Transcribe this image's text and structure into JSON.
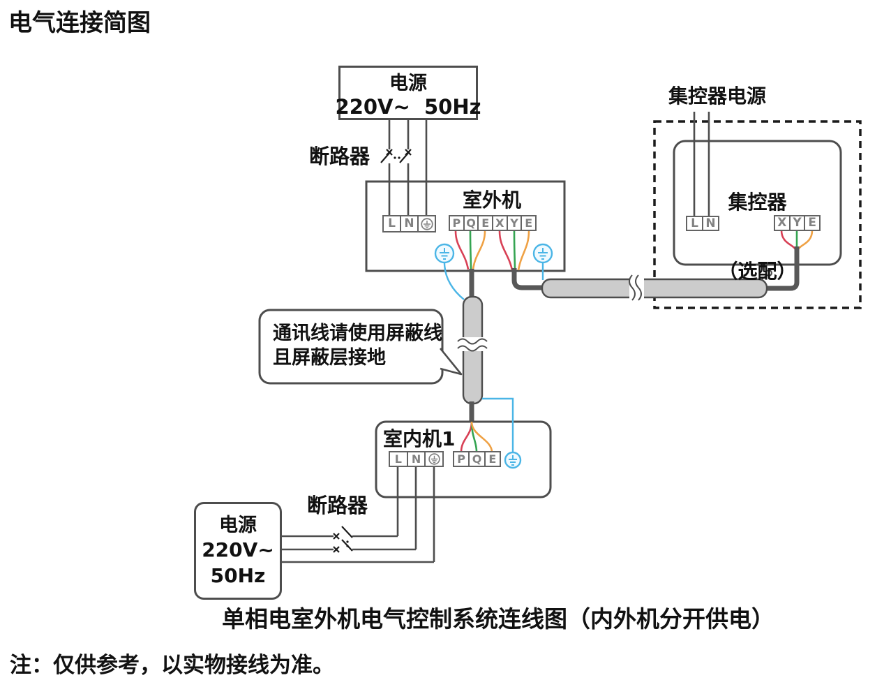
{
  "header": {
    "title": "电气连接简图"
  },
  "outdoor_power_box": {
    "line1": "电源",
    "line2": "220V~  50Hz"
  },
  "indoor_power_box": {
    "line1": "电源",
    "line2": "220V~",
    "line3": "50Hz"
  },
  "breakers": {
    "top_label": "断路器",
    "bottom_label": "断路器"
  },
  "outdoor_unit": {
    "label": "室外机",
    "power_terminals": [
      "L",
      "N"
    ],
    "comm_terminals": [
      "P",
      "Q",
      "E",
      "X",
      "Y",
      "E"
    ]
  },
  "indoor_unit": {
    "label": "室内机1",
    "power_terminals": [
      "L",
      "N"
    ],
    "comm_terminals": [
      "P",
      "Q",
      "E"
    ]
  },
  "controller": {
    "power_label": "集控器电源",
    "name": "集控器",
    "option": "（选配）",
    "power_terminals": [
      "L",
      "N"
    ],
    "comm_terminals": [
      "X",
      "Y",
      "E"
    ]
  },
  "bubble": {
    "line1": "通讯线请使用屏蔽线",
    "line2": "且屏蔽层接地"
  },
  "footer": {
    "caption": "单相电室外机电气控制系统连线图（内外机分开供电）",
    "note": "注：仅供参考，以实物接线为准。"
  },
  "icons": {
    "earth_terminal": "circle-earth-ground-gray",
    "shield_ground": "circle-earth-ground-blue"
  },
  "colors": {
    "wire_red": "#d84055",
    "wire_green": "#35a452",
    "wire_orange": "#efa144",
    "ground_blue": "#4ab5e6",
    "ground_fill": "#f0faff",
    "line_gray": "#4d4d4d",
    "sheath_fill": "#cccccc",
    "dashed_border": "#1a1a1a"
  }
}
